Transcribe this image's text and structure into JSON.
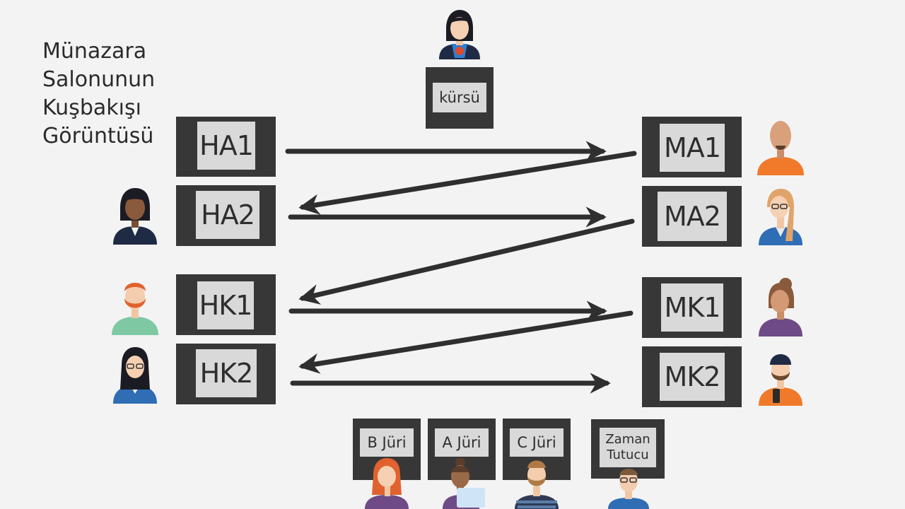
{
  "title": {
    "line1": "Münazara",
    "line2": "Salonunun",
    "line3": "Kuşbakışı",
    "line4": "Görüntüsü"
  },
  "podium": {
    "label": "kürsü"
  },
  "government": {
    "ha1": "HA1",
    "ha2": "HA2",
    "hk1": "HK1",
    "hk2": "HK2"
  },
  "opposition": {
    "ma1": "MA1",
    "ma2": "MA2",
    "mk1": "MK1",
    "mk2": "MK2"
  },
  "jury": {
    "b": "B Jüri",
    "a": "A Jüri",
    "c": "C Jüri"
  },
  "timekeeper": {
    "line1": "Zaman",
    "line2": "Tutucu"
  },
  "colors": {
    "background": "#f3f3f3",
    "box": "#373737",
    "label": "#d9d9d9",
    "arrow": "#2f2f2f"
  },
  "icons": {
    "arrows": "arrow-icon",
    "people": "person-avatar-icon"
  }
}
